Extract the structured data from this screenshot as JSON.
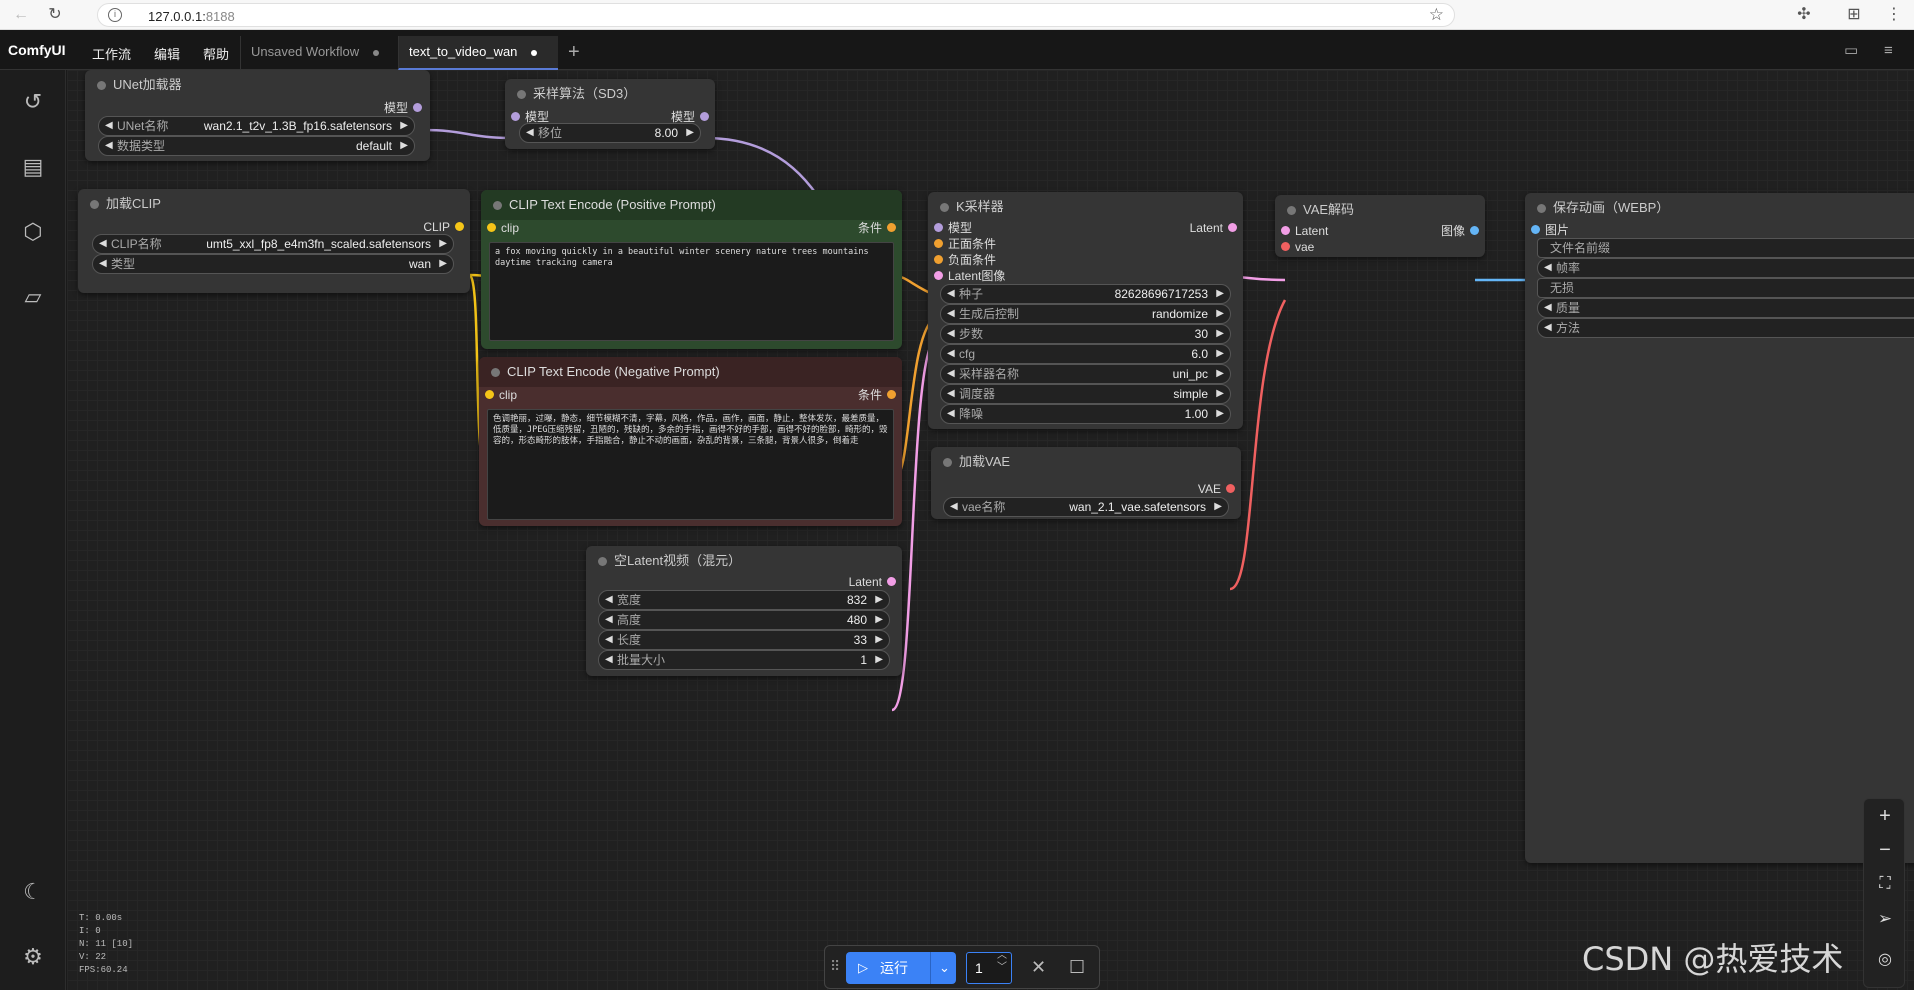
{
  "browser": {
    "url_host": "127.0.0.1:",
    "url_port": "8188",
    "info": "i"
  },
  "menubar": {
    "logo": "ComfyUI",
    "menus": [
      "工作流",
      "编辑",
      "帮助"
    ],
    "tabs": [
      {
        "label": "Unsaved Workflow"
      },
      {
        "label": "text_to_video_wan"
      }
    ]
  },
  "nodes": {
    "unet": {
      "title": "UNet加载器",
      "out": "模型",
      "widgets": [
        {
          "label": "UNet名称",
          "value": "wan2.1_t2v_1.3B_fp16.safetensors"
        },
        {
          "label": "数据类型",
          "value": "default"
        }
      ]
    },
    "sampling": {
      "title": "采样算法（SD3）",
      "in": "模型",
      "out": "模型",
      "widgets": [
        {
          "label": "移位",
          "value": "8.00"
        }
      ]
    },
    "clip": {
      "title": "加载CLIP",
      "out": "CLIP",
      "widgets": [
        {
          "label": "CLIP名称",
          "value": "umt5_xxl_fp8_e4m3fn_scaled.safetensors"
        },
        {
          "label": "类型",
          "value": "wan"
        }
      ]
    },
    "pos": {
      "title": "CLIP Text Encode (Positive Prompt)",
      "in": "clip",
      "out": "条件",
      "text": "a fox moving quickly in a beautiful winter scenery nature trees mountains daytime tracking camera"
    },
    "neg": {
      "title": "CLIP Text Encode (Negative Prompt)",
      "in": "clip",
      "out": "条件",
      "text": "色调艳丽，过曝，静态，细节模糊不清，字幕，风格，作品，画作，画面，静止，整体发灰，最差质量，低质量，JPEG压缩残留，丑陋的，残缺的，多余的手指，画得不好的手部，画得不好的脸部，畸形的，毁容的，形态畸形的肢体，手指融合，静止不动的画面，杂乱的背景，三条腿，背景人很多，倒着走"
    },
    "ksampler": {
      "title": "K采样器",
      "inputs": [
        "模型",
        "正面条件",
        "负面条件",
        "Latent图像"
      ],
      "out": "Latent",
      "widgets": [
        {
          "label": "种子",
          "value": "82628696717253"
        },
        {
          "label": "生成后控制",
          "value": "randomize"
        },
        {
          "label": "步数",
          "value": "30"
        },
        {
          "label": "cfg",
          "value": "6.0"
        },
        {
          "label": "采样器名称",
          "value": "uni_pc"
        },
        {
          "label": "调度器",
          "value": "simple"
        },
        {
          "label": "降噪",
          "value": "1.00"
        }
      ]
    },
    "vaedecode": {
      "title": "VAE解码",
      "inputs": [
        "Latent",
        "vae"
      ],
      "out": "图像"
    },
    "vaeload": {
      "title": "加载VAE",
      "out": "VAE",
      "widgets": [
        {
          "label": "vae名称",
          "value": "wan_2.1_vae.safetensors"
        }
      ]
    },
    "latent": {
      "title": "空Latent视频（混元）",
      "out": "Latent",
      "widgets": [
        {
          "label": "宽度",
          "value": "832"
        },
        {
          "label": "高度",
          "value": "480"
        },
        {
          "label": "长度",
          "value": "33"
        },
        {
          "label": "批量大小",
          "value": "1"
        }
      ]
    },
    "save": {
      "title": "保存动画（WEBP）",
      "in": "图片",
      "widgets": [
        {
          "label": "文件名前缀"
        },
        {
          "label": "帧率"
        },
        {
          "label": "无损"
        },
        {
          "label": "质量"
        },
        {
          "label": "方法"
        }
      ]
    }
  },
  "stats": {
    "t": "T: 0.00s",
    "i": "I: 0",
    "n": "N: 11 [10]",
    "v": "V: 22",
    "fps": "FPS:60.24"
  },
  "runbar": {
    "run_label": "运行",
    "quantity": "1"
  },
  "watermark": "CSDN @热爱技术",
  "colors": {
    "model_link": "#b39ddb",
    "clip_link": "#f5c518",
    "cond_link": "#f0a030",
    "latent_link": "#f29ee6",
    "vae_link": "#f06060",
    "image_link": "#64b5f6",
    "positive_node": "#2f4a2f",
    "negative_node": "#4a2f2f"
  }
}
